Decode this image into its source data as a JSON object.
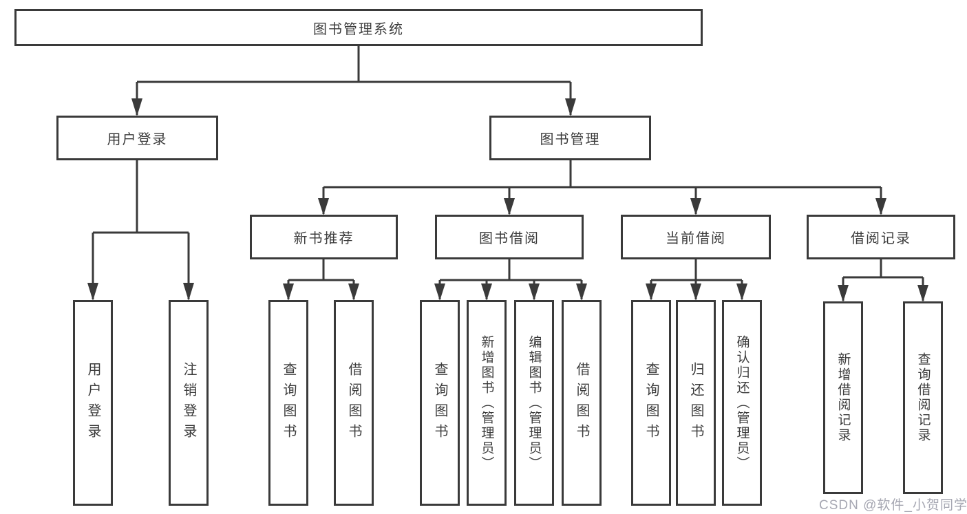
{
  "diagram": {
    "root": {
      "label": "图书管理系统"
    },
    "level1": [
      {
        "label": "用户登录"
      },
      {
        "label": "图书管理"
      }
    ],
    "level2": [
      {
        "label": "新书推荐"
      },
      {
        "label": "图书借阅"
      },
      {
        "label": "当前借阅"
      },
      {
        "label": "借阅记录"
      }
    ],
    "leaves": {
      "user": [
        "用户登录",
        "注销登录"
      ],
      "recommend": [
        "查询图书",
        "借阅图书"
      ],
      "borrow": [
        "查询图书",
        "新增图书（管理员）",
        "编辑图书（管理员）",
        "借阅图书"
      ],
      "current": [
        "查询图书",
        "归还图书",
        "确认归还（管理员）"
      ],
      "records": [
        "新增借阅记录",
        "查询借阅记录"
      ]
    }
  },
  "watermark": {
    "text": "CSDN @软件_小贺同学"
  },
  "colors": {
    "line": "#3a3a3a",
    "text": "#3c3c3c",
    "background": "#ffffff",
    "watermark": "#a6a7b2"
  }
}
